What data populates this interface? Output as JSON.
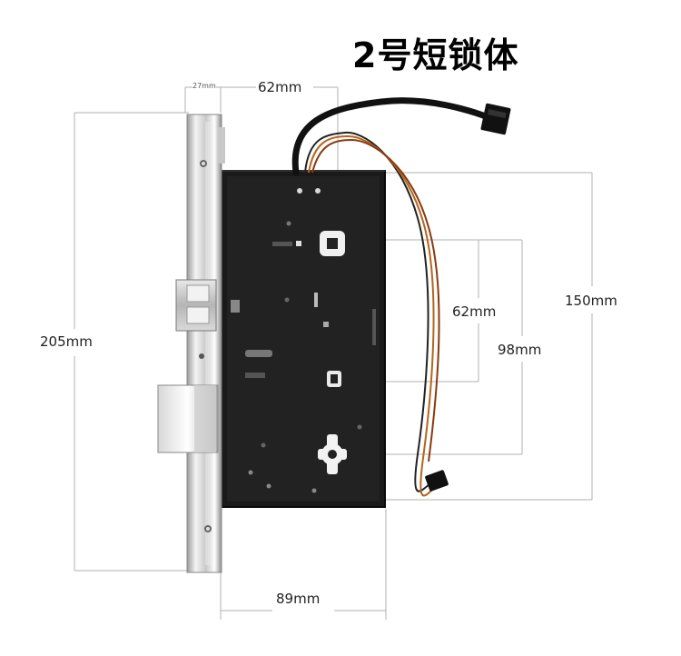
{
  "title": "2号短锁体",
  "dimensions": {
    "faceplate_width": "27mm",
    "backset": "62mm",
    "faceplate_height": "205mm",
    "case_height": "150mm",
    "handle_to_cylinder_center": "62mm",
    "spindle_to_bottom": "98mm",
    "case_width": "89mm"
  }
}
